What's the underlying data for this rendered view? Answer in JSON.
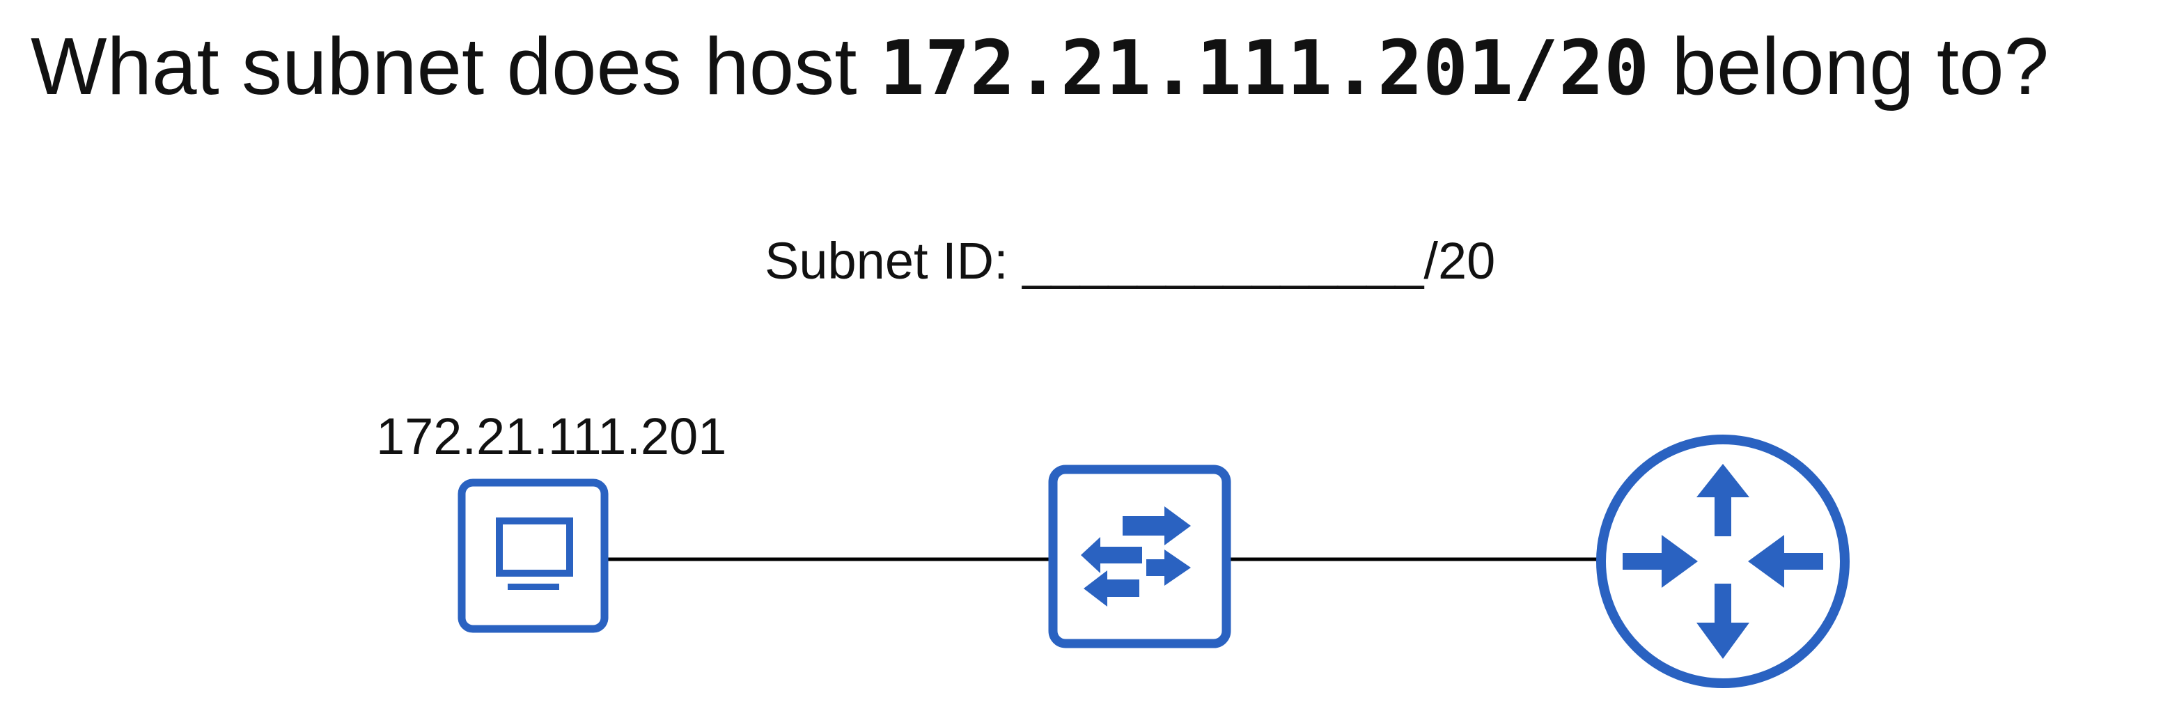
{
  "question": {
    "prefix": "What subnet does host ",
    "address": "172.21.111.201/20",
    "suffix": " belong to?"
  },
  "answer": {
    "label": "Subnet ID: ",
    "blank": "______________",
    "mask": "/20"
  },
  "host": {
    "ip": "172.21.111.201"
  },
  "devices": [
    {
      "name": "pc",
      "icon": "pc-icon"
    },
    {
      "name": "switch",
      "icon": "switch-icon"
    },
    {
      "name": "router",
      "icon": "router-icon"
    }
  ],
  "colors": {
    "device": "#2a62c1",
    "link": "#000000",
    "text": "#111111"
  }
}
